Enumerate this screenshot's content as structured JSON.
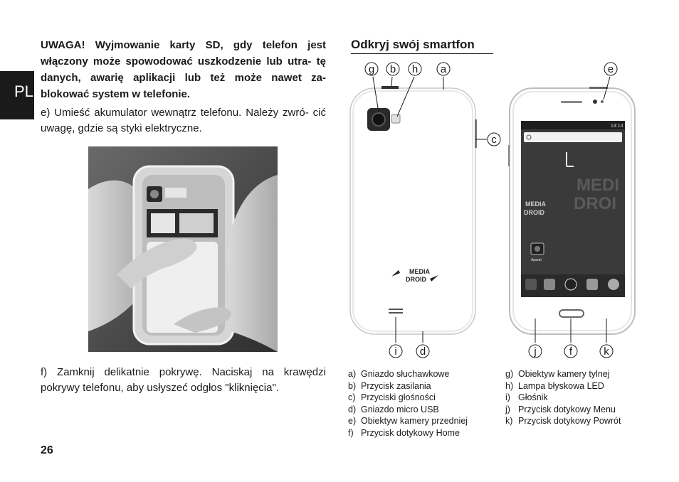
{
  "language_tab": "PL",
  "warning_text": "UWAGA! Wyjmowanie karty SD, gdy telefon jest włączony może spowodować uszkodzenie lub utra- tę danych, awarię aplikacji lub też może nawet za- blokować system w telefonie.",
  "step_e": "e) Umieść akumulator wewnątrz telefonu. Należy zwró- cić uwagę, gdzie są styki elektryczne.",
  "step_f": "f) Zamknij delikatnie pokrywę. Naciskaj na krawędzi pokrywy telefonu, aby usłyszeć odgłos \"kliknięcia\".",
  "section_title": "Odkryj swój smartfon",
  "callouts_top": [
    "g",
    "b",
    "h",
    "a",
    "e"
  ],
  "callout_side": "c",
  "callouts_bottom": [
    "i",
    "d",
    "j",
    "f",
    "k"
  ],
  "back_logo": [
    "MEDIA",
    "DROID"
  ],
  "screen": {
    "time": "14:14",
    "watermark_small": [
      "MEDIA",
      "DROID"
    ],
    "watermark_large": [
      "MEDI",
      "DROI"
    ],
    "app_label": "Aparat"
  },
  "legend_left": [
    {
      "key": "a)",
      "text": "Gniazdo słuchawkowe"
    },
    {
      "key": "b)",
      "text": "Przycisk zasilania"
    },
    {
      "key": "c)",
      "text": "Przyciski głośności"
    },
    {
      "key": "d)",
      "text": "Gniazdo micro USB"
    },
    {
      "key": "e)",
      "text": "Obiektyw kamery przedniej"
    },
    {
      "key": "f)",
      "text": "Przycisk dotykowy Home"
    }
  ],
  "legend_right": [
    {
      "key": "g)",
      "text": "Obiektyw kamery tylnej"
    },
    {
      "key": "h)",
      "text": "Lampa błyskowa LED"
    },
    {
      "key": "i)",
      "text": "Głośnik"
    },
    {
      "key": "j)",
      "text": "Przycisk dotykowy Menu"
    },
    {
      "key": "k)",
      "text": "Przycisk dotykowy Powrót"
    }
  ],
  "page_number": "26"
}
